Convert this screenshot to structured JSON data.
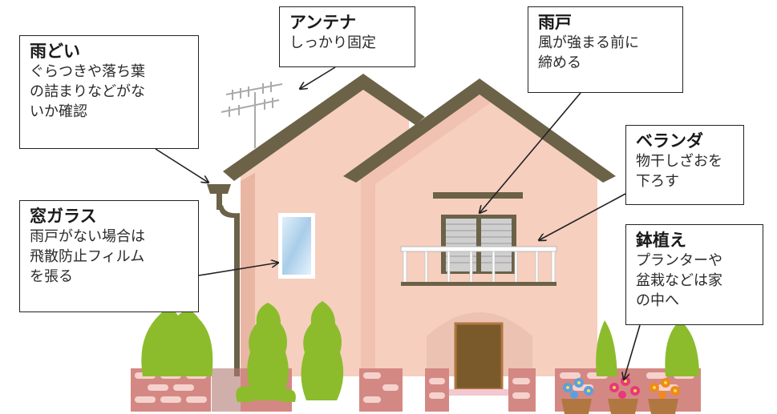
{
  "colors": {
    "wall": "#f6cfbf",
    "wall_shade": "#e9b6a4",
    "roof": "#6b6248",
    "brick": "#d48883",
    "foliage": "#8cbc2c",
    "door": "#7a5a2a"
  },
  "callouts": [
    {
      "id": "amadoi",
      "title": "雨どい",
      "body": "ぐらつきや落ち葉\nの詰まりなどがな\nいか確認"
    },
    {
      "id": "antenna",
      "title": "アンテナ",
      "body": "しっかり固定"
    },
    {
      "id": "amado",
      "title": "雨戸",
      "body": "風が強まる前に\n締める"
    },
    {
      "id": "veranda",
      "title": "ベランダ",
      "body": "物干しざおを\n下ろす"
    },
    {
      "id": "window",
      "title": "窓ガラス",
      "body": "雨戸がない場合は\n飛散防止フィルム\nを張る"
    },
    {
      "id": "pots",
      "title": "鉢植え",
      "body": "プランターや\n盆栽などは家\nの中へ"
    }
  ]
}
